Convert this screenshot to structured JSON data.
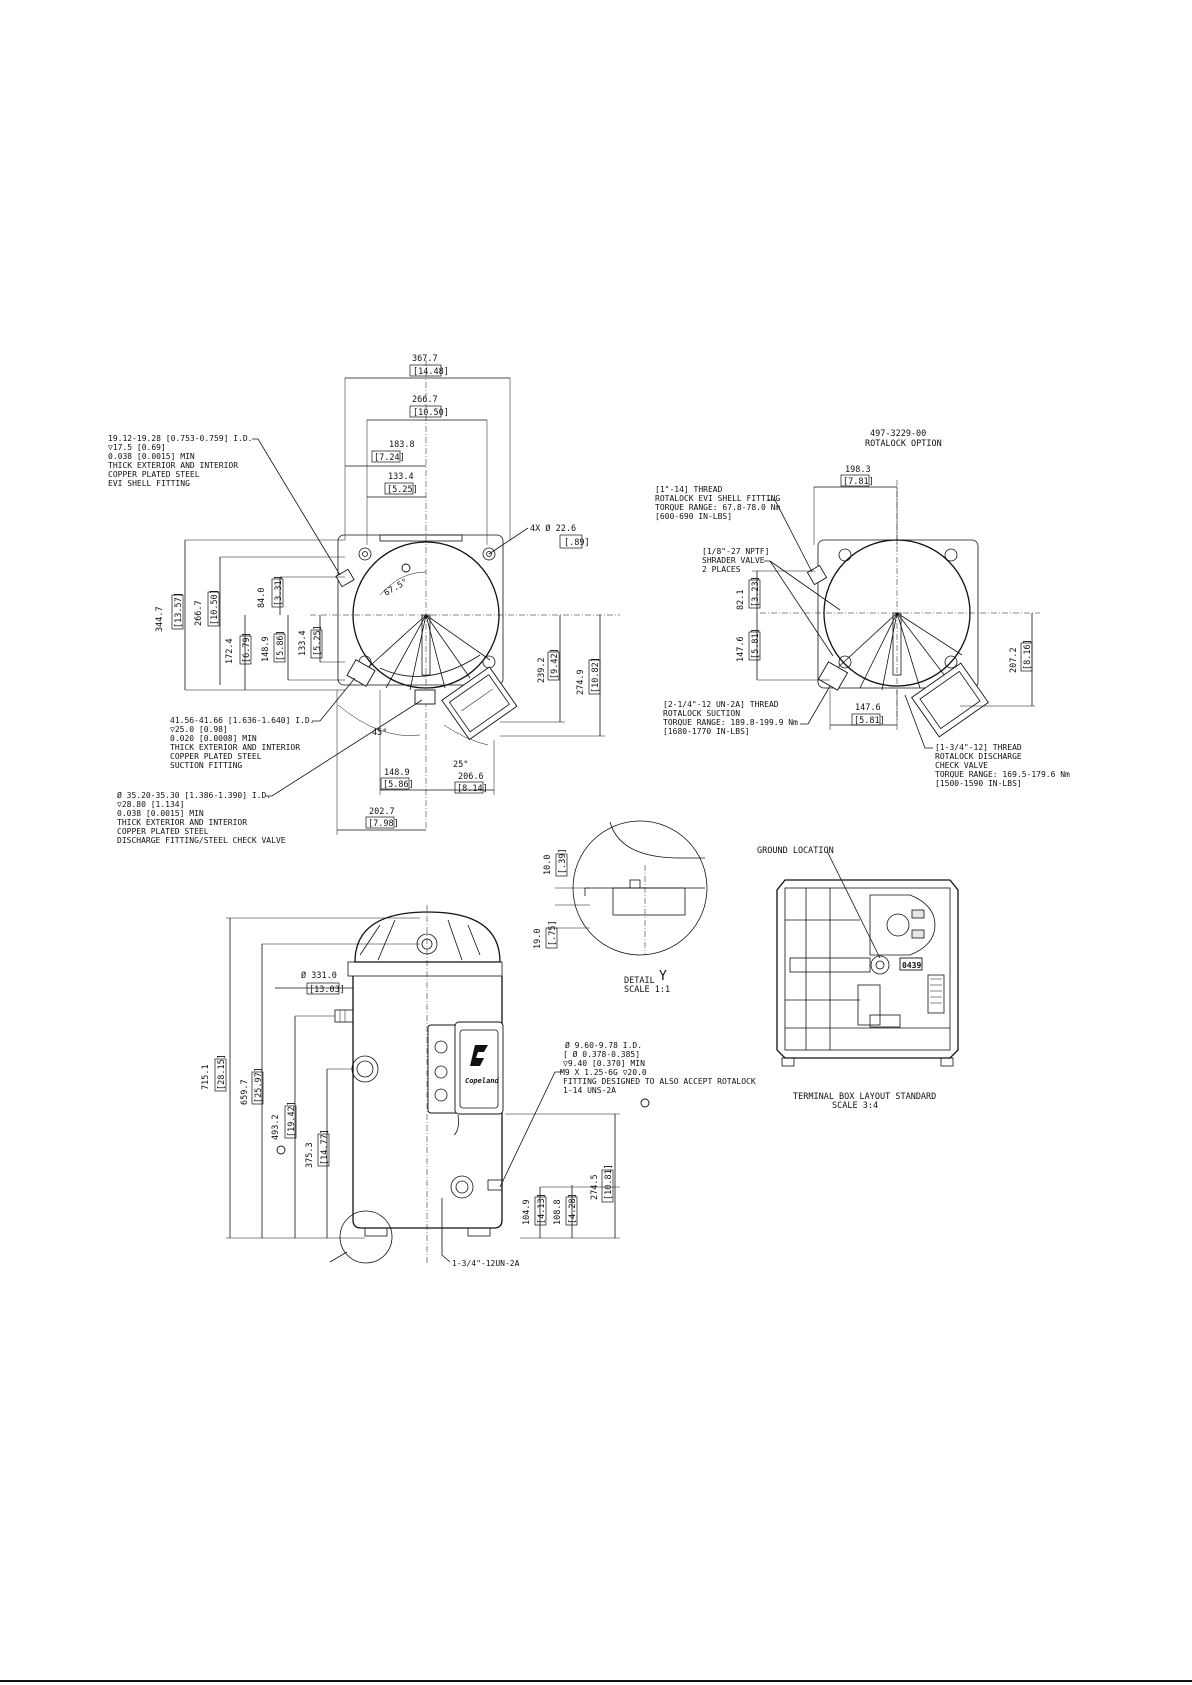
{
  "top_view": {
    "dim_overall_w": "367.7",
    "dim_overall_w_in": "[14.48]",
    "dim_mount_w": "266.7",
    "dim_mount_w_in": "[10.50]",
    "dim_183": "183.8",
    "dim_183_in": "[7.24]",
    "dim_133": "133.4",
    "dim_133_in": "[5.25]",
    "mount_hole": "4X  Ø 22.6",
    "mount_hole_in": "[.89]",
    "angle_675": "67.5°",
    "angle_45": "45°",
    "angle_25": "25°",
    "v_344": "344.7",
    "v_344_in": "[13.57]",
    "v_266": "266.7",
    "v_266_in": "[10.50]",
    "v_84": "84.0",
    "v_84_in": "[3.31]",
    "v_172": "172.4",
    "v_172_in": "[6.79]",
    "v_148": "148.9",
    "v_148_in": "[5.86]",
    "v_133": "133.4",
    "v_133_in": "[5.25]",
    "v_239": "239.2",
    "v_239_in": "[9.42]",
    "v_274": "274.9",
    "v_274_in": "[10.82]",
    "h_148": "148.9",
    "h_148_in": "[5.86]",
    "h_206": "206.6",
    "h_206_in": "[8.14]",
    "h_202": "202.7",
    "h_202_in": "[7.98]",
    "evi_note": [
      "19.12-19.28 [0.753-0.759] I.D.",
      "▽17.5 [0.69]",
      "0.038 [0.0015] MIN",
      "THICK EXTERIOR AND INTERIOR",
      "COPPER PLATED STEEL",
      "EVI SHELL FITTING"
    ],
    "suction_note": [
      "41.56-41.66 [1.636-1.640] I.D.",
      "▽25.0 [0.98]",
      "0.020 [0.0008] MIN",
      "THICK EXTERIOR AND INTERIOR",
      "COPPER PLATED STEEL",
      "SUCTION FITTING"
    ],
    "discharge_note": [
      "Ø 35.20-35.30 [1.386-1.390] I.D.",
      "▽28.80 [1.134]",
      "0.038 [0.0015] MIN",
      "THICK EXTERIOR AND INTERIOR",
      "COPPER PLATED STEEL",
      "DISCHARGE FITTING/STEEL CHECK VALVE"
    ]
  },
  "rotalock_view": {
    "part_no": "497-3229-00",
    "caption": "ROTALOCK OPTION",
    "dim_198": "198.3",
    "dim_198_in": "[7.81]",
    "v_82": "82.1",
    "v_82_in": "[3.23]",
    "v_147": "147.6",
    "v_147_in": "[5.81]",
    "v_207": "207.2",
    "v_207_in": "[8.16]",
    "h_147": "147.6",
    "h_147_in": "[5.81]",
    "evi_note": [
      "[1\"-14] THREAD",
      "ROTALOCK EVI SHELL FITTING",
      "TORQUE RANGE: 67.8-78.0 Nm",
      "[600-690 IN-LBS]"
    ],
    "shrader_note": [
      "[1/8\"-27 NPTF]",
      "SHRADER VALVE",
      "2 PLACES"
    ],
    "suction_note": [
      "[2-1/4\"-12 UN-2A] THREAD",
      "ROTALOCK SUCTION",
      "TORQUE RANGE: 189.8-199.9 Nm",
      "[1680-1770 IN-LBS]"
    ],
    "discharge_note": [
      "[1-3/4\"-12] THREAD",
      "ROTALOCK DISCHARGE",
      "CHECK VALVE",
      "TORQUE RANGE: 169.5-179.6 Nm",
      "[1500-1590 IN-LBS]"
    ]
  },
  "detail_view": {
    "d1": "10.0",
    "d1_in": "[.39]",
    "d2": "19.0",
    "d2_in": "[.75]",
    "caption1": "DETAIL",
    "letter": "Y",
    "caption2": "SCALE 1:1"
  },
  "terminal_view": {
    "ground": "GROUND LOCATION",
    "board_label": "0439",
    "caption1": "TERMINAL BOX LAYOUT STANDARD",
    "caption2": "SCALE 3:4"
  },
  "side_view": {
    "dia": "Ø 331.0",
    "dia_in": "[13.03]",
    "v_715": "715.1",
    "v_715_in": "[28.15]",
    "v_659": "659.7",
    "v_659_in": "[25.97]",
    "v_493": "493.2",
    "v_493_in": "[19.42]",
    "v_375": "375.3",
    "v_375_in": "[14.77]",
    "v_104": "104.9",
    "v_104_in": "[4.13]",
    "v_108": "108.8",
    "v_108_in": "[4.28]",
    "v_274": "274.5",
    "v_274_in": "[10.81]",
    "brand": "Copeland",
    "fitting_note": [
      "Ø 9.60-9.78 I.D.",
      "[ Ø 0.378-0.385]",
      "▽9.40 [0.370] MIN",
      "M9 X 1.25-6G ▽20.0",
      "FITTING DESIGNED TO ALSO ACCEPT ROTALOCK",
      "1-14 UNS-2A"
    ],
    "bottom_note": "1-3/4\"-12UN-2A"
  }
}
